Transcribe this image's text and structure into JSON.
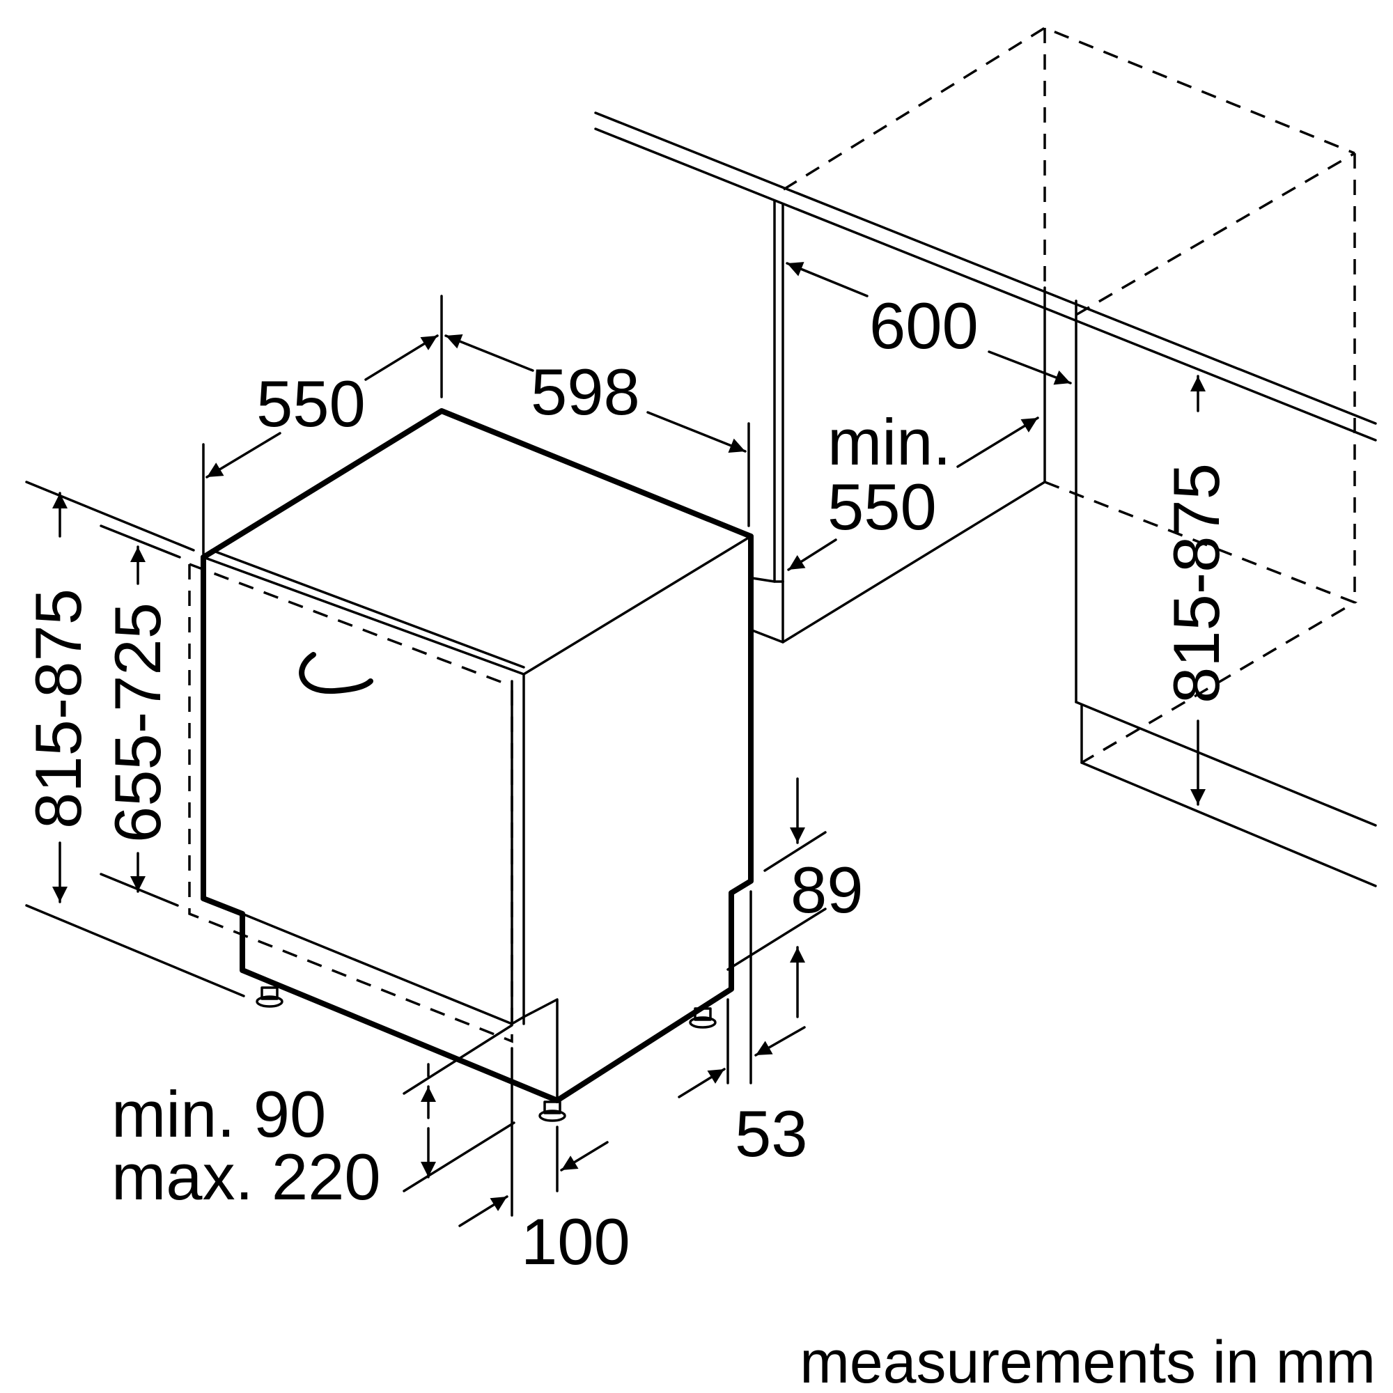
{
  "dimensions": {
    "width_depth_550": "550",
    "width_598": "598",
    "niche_width_600": "600",
    "niche_depth_min_label": "min.",
    "niche_depth_min_value": "550",
    "height_outer": "815-875",
    "height_inner": "655-725",
    "niche_height": "815-875",
    "plinth_89": "89",
    "plinth_53": "53",
    "toe_min": "min. 90",
    "toe_max": "max. 220",
    "toe_100": "100"
  },
  "footer": {
    "units_note": "measurements in mm"
  }
}
